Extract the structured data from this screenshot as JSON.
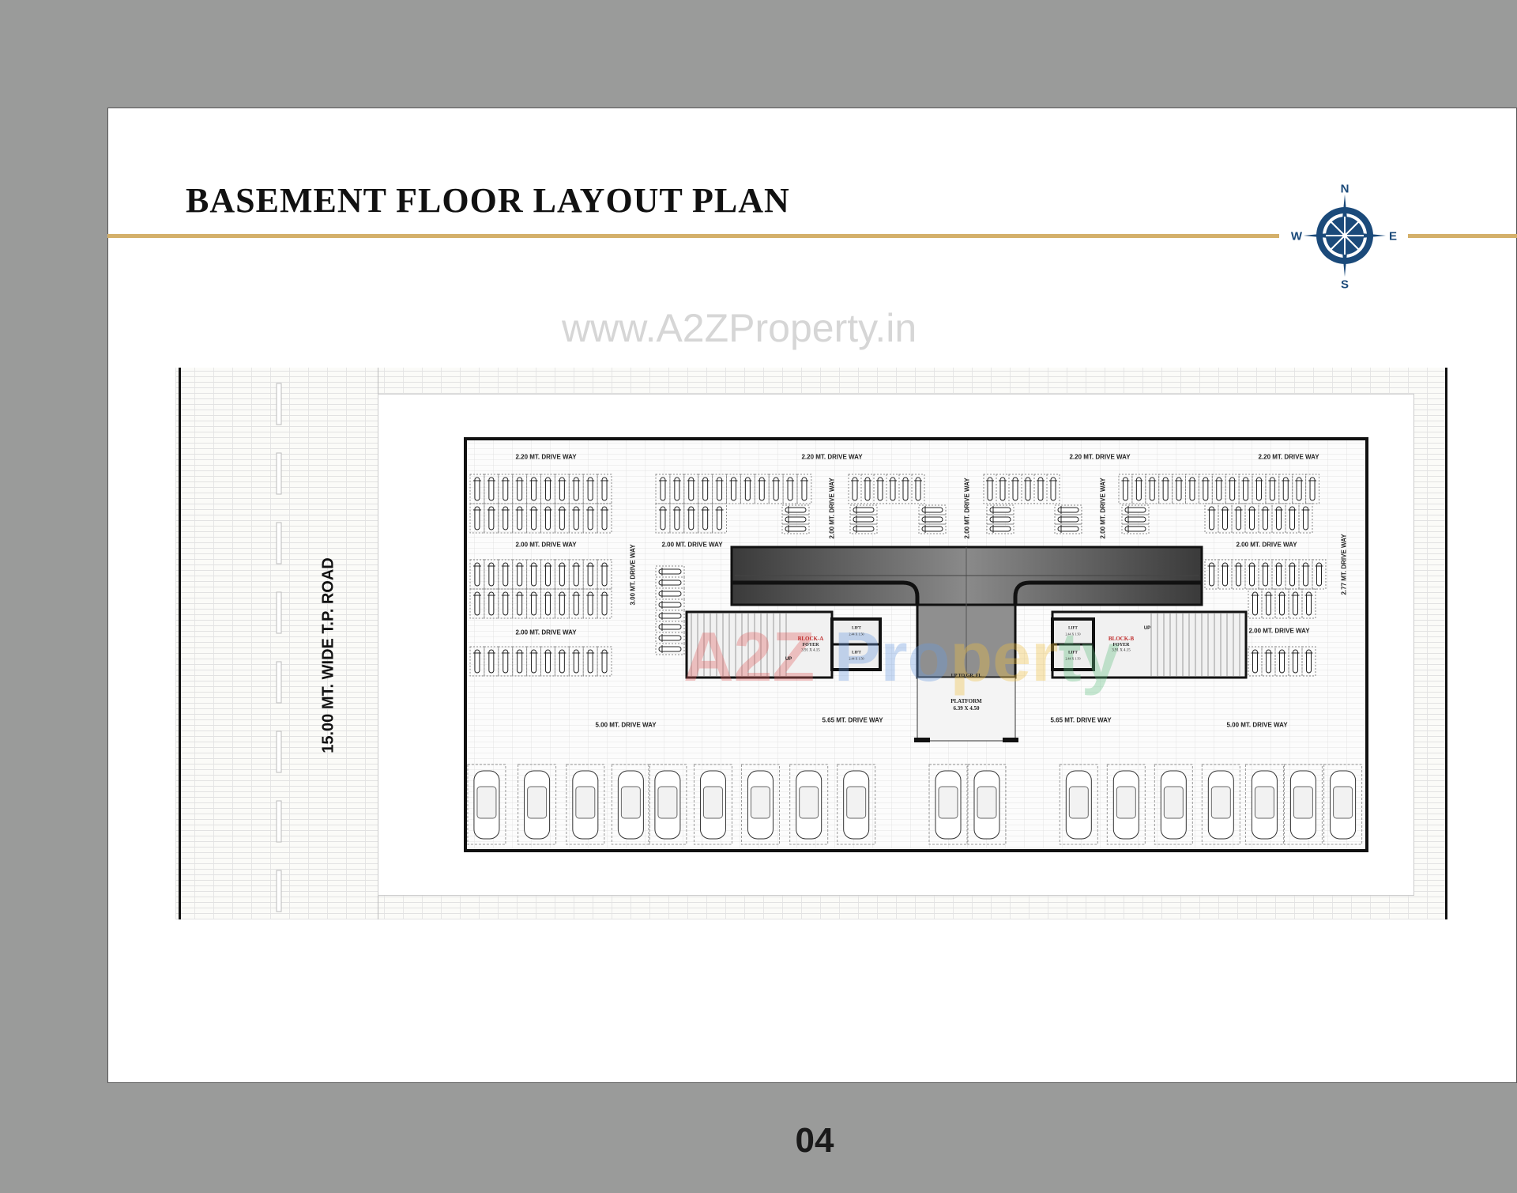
{
  "header": {
    "title": "BASEMENT FLOOR LAYOUT PLAN"
  },
  "compass": {
    "n": "N",
    "s": "S",
    "e": "E",
    "w": "W",
    "color": "#1b4a7a"
  },
  "accent_color": "#d4b06a",
  "watermark": {
    "url": "www.A2ZProperty.in",
    "logo": "A2Z Property"
  },
  "road": {
    "label": "15.00 MT. WIDE T.P. ROAD"
  },
  "plan": {
    "driveways": {
      "top_1": "2.20 MT. DRIVE WAY",
      "top_2": "2.20 MT. DRIVE WAY",
      "top_3": "2.20 MT. DRIVE WAY",
      "top_4": "2.20 MT. DRIVE WAY",
      "mid_left_1": "2.00 MT. DRIVE WAY",
      "mid_left_2": "2.00 MT. DRIVE WAY",
      "mid_center_left": "2.00 MT. DRIVE WAY",
      "mid_right_1": "2.00 MT. DRIVE WAY",
      "mid_right_2": "2.00 MT. DRIVE WAY",
      "vertical_left": "3.00 MT. DRIVE WAY",
      "vertical_1": "2.00 MT. DRIVE WAY",
      "vertical_2": "2.00 MT. DRIVE WAY",
      "vertical_3": "2.00 MT. DRIVE WAY",
      "vertical_right": "2.77 MT. DRIVE WAY",
      "bottom_1": "5.00  MT. DRIVE WAY",
      "bottom_2": "5.65  MT. DRIVE WAY",
      "bottom_3": "5.65  MT. DRIVE WAY",
      "bottom_4": "5.00  MT. DRIVE WAY"
    },
    "block_a": {
      "name": "BLOCK-A",
      "foyer": "FOYER",
      "foyer_size": "3.91 X 4.15",
      "lift_1": "LIFT",
      "lift_1_size": "2.44 X 1.50",
      "lift_2": "LIFT",
      "lift_2_size": "2.44 X 1.50",
      "up": "UP"
    },
    "block_b": {
      "name": "BLOCK-B",
      "foyer": "FOYER",
      "foyer_size": "3.91 X 4.15",
      "lift_1": "LIFT",
      "lift_1_size": "2.44 X 1.50",
      "lift_2": "LIFT",
      "lift_2_size": "2.44 X 1.50",
      "up": "UP"
    },
    "ramp_label": "UP TO GR. FL",
    "platform": {
      "label": "PLATFORM",
      "size": "6.39 X 4.50"
    }
  },
  "page_number": "04"
}
